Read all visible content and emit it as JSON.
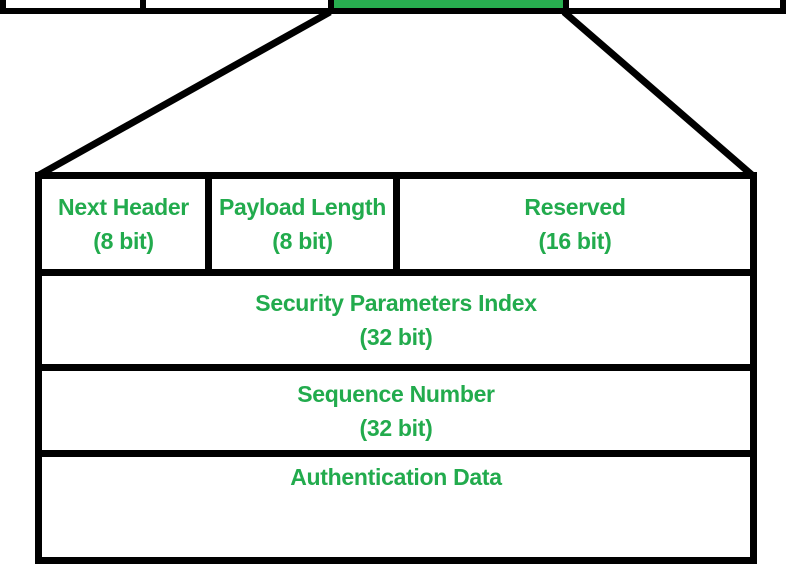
{
  "colors": {
    "highlight_green": "#28AF50",
    "field_text_green": "#22AB4D",
    "line_black": "#000000",
    "background": "#ffffff"
  },
  "packet_strip": {
    "segments": [
      {
        "label": "",
        "highlighted": false
      },
      {
        "label": "",
        "highlighted": false
      },
      {
        "label": "",
        "highlighted": true
      },
      {
        "label": "",
        "highlighted": false
      }
    ],
    "highlighted_index": 2
  },
  "ah_header": {
    "row1_fields": [
      {
        "title": "Next Header",
        "size": "(8 bit)"
      },
      {
        "title": "Payload Length",
        "size": "(8 bit)"
      },
      {
        "title": "Reserved",
        "size": "(16 bit)"
      }
    ],
    "row2_field": {
      "title": "Security Parameters Index",
      "size": "(32 bit)"
    },
    "row3_field": {
      "title": "Sequence Number",
      "size": "(32 bit)"
    },
    "row4_field": {
      "title": "Authentication Data"
    }
  }
}
